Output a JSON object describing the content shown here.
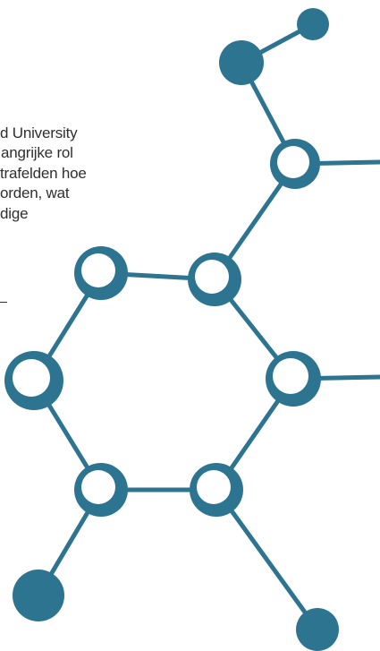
{
  "text": {
    "lines": [
      "d University",
      "angrijke rol",
      "trafelden hoe",
      "orden, wat",
      "dige"
    ]
  },
  "colors": {
    "molecule": "#2d7491",
    "node_fill": "#ffffff",
    "text": "#2f2f2f"
  }
}
